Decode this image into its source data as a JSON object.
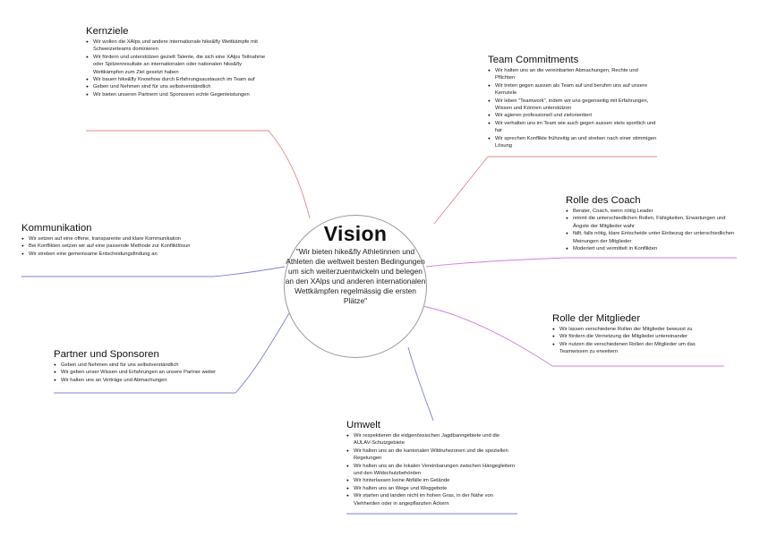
{
  "center": {
    "title": "Vision",
    "text": "\"Wir bieten hike&fly Athletinnen und Athleten die weltweit besten Bedingungen um sich weiterzuentwickeln und belegen an den XAlps und anderen internationalen Wettkämpfen regelmässig die ersten Plätze\""
  },
  "colors": {
    "kernziele": "#e58a8a",
    "team": "#e58a8a",
    "coach": "#d07de0",
    "mitglieder": "#d07de0",
    "umwelt": "#7b7fd6",
    "partner": "#7b7fd6",
    "kommunikation": "#7b7fd6"
  },
  "branches": {
    "kernziele": {
      "title": "Kernziele",
      "items": [
        "Wir wollen die XAlps und andere internationale hike&fly Wettkämpfe mit Schweizerteams dominieren",
        "Wir fördern und unterstützen gezielt Talente, die sich eine XAlps Teilnahme oder Spitzenresultate an internationalen oder nationalen hike&fly Wettkämpfen zum Ziel gesetzt haben",
        "Wir bauen hike&fly Knowhow durch Erfahrungsaustausch im Team auf",
        "Geben und Nehmen sind für uns selbstverständlich",
        "Wir bieten unseren Partnern und Sponsoren echte Gegenleistungen"
      ]
    },
    "team": {
      "title": "Team Commitments",
      "items": [
        "Wir halten uns an die vereinbarten Abmachungen, Rechte und Pflichten",
        "Wir treten gegen aussen als Team auf und berufen uns auf unsere Kernziele",
        "Wir leben \"Teamwork\", indem wir uns gegenseitig mit Erfahrungen, Wissen und Können unterstützen",
        "Wir agieren professionell und zielorientiert",
        "Wir verhalten uns im Team wie auch gegen aussen stets sportlich und fair",
        "Wir sprechen Konflikte frühzeitig an und streben nach einer stimmigen Lösung"
      ]
    },
    "coach": {
      "title": "Rolle des Coach",
      "items": [
        "Berater, Coach, wenn nötig Leader",
        "nimmt die unterschiedlichen Rollen, Fähigkeiten, Erwartungen und Ängste der Mitglieder wahr",
        "fällt, falls nötig, klare Entscheide unter Einbezug der unterschiedlichen Meinungen der Mitglieder",
        "Moderiert und vermittelt in Konflikten"
      ]
    },
    "mitglieder": {
      "title": "Rolle der Mitglieder",
      "items": [
        "Wir lassen verschiedene Rollen der Mitglieder bewusst zu",
        "Wir fördern die Vernetzung der Mitglieder untereinander",
        "Wir nutzen die verschiedenen Rollen der Mitglieder um das Teamwissen zu erweitern"
      ]
    },
    "umwelt": {
      "title": "Umwelt",
      "items": [
        "Wir respektieren die eidgenössischen Jagdbanngebiete und die AULAV-Schutzgebiete",
        "Wir halten uns an die kantonalen Wildruhezonen und die speziellen Regelungen",
        "Wir halten uns an die lokalen Vereinbarungen zwischen Hängegleitern und den Wildschutzbehörden",
        "Wir hinterlassen keine Abfälle im Gelände",
        "Wir halten uns an Wege und Weggebote",
        "Wir starten und landen nicht im hohen Gras, in der Nähe von Viehherden oder in angepflanzten Äckern"
      ]
    },
    "partner": {
      "title": "Partner und Sponsoren",
      "items": [
        "Geben und Nehmen sind für uns selbstverständlich",
        "Wir geben unser Wissen und Erfahrungen an unsere Partner weiter",
        "Wir halten uns an Verträge und Abmachungen"
      ]
    },
    "kommunikation": {
      "title": "Kommunikation",
      "items": [
        "Wir setzen auf eine offene, transparente und klare Kommunikation",
        "Bei Konflikten setzen wir auf eine passende Methode zur Konfliktlösun",
        "Wir streben eine gemeinsame Entscheidungsfindung an"
      ]
    }
  }
}
